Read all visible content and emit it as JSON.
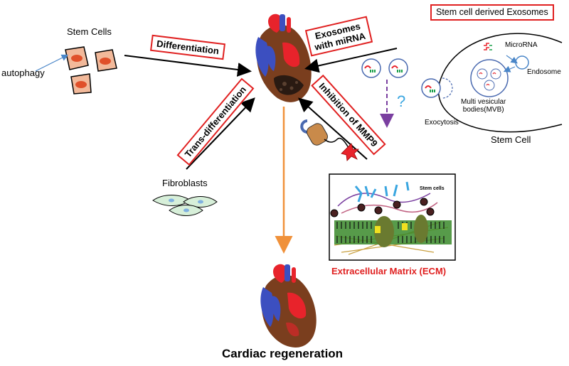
{
  "labels": {
    "stem_cells": "Stem Cells",
    "autophagy": "autophagy",
    "differentiation": "Differentiation",
    "exosomes_line1": "Exosomes",
    "exosomes_line2": "with miRNA",
    "stem_cell_derived_exosomes": "Stem cell derived Exosomes",
    "microrna": "MicroRNA",
    "endosome": "Endosome",
    "mvb_line1": "Multi vesicular",
    "mvb_line2": "bodies(MVB)",
    "exocytosis": "Exocytosis",
    "stem_cell": "Stem Cell",
    "question_mark": "?",
    "trans_differentiation": "Trans-differentiation",
    "inhibition_mmp9": "Inhibition of MMP9",
    "fibroblasts": "Fibroblasts",
    "ecm_stem_cells": "Stem cells",
    "ecm": "Extracellular Matrix (ECM)",
    "cardiac_regeneration": "Cardiac regeneration"
  },
  "colors": {
    "label_box_border": "#e02020",
    "ecm_label": "#e02020",
    "arrow_black": "#000000",
    "arrow_orange": "#f0913a",
    "dashed_purple": "#7a3fa0",
    "question_blue": "#3aa6e0",
    "heart_red": "#e8232b",
    "heart_blue": "#3c4fc0",
    "heart_brown": "#7a3e1e",
    "cell_fill": "#f2b99a",
    "nucleus": "#e0502a"
  }
}
